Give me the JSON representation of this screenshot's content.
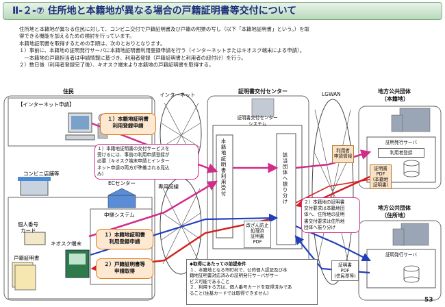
{
  "title": "Ⅱ-２-⑦ 住所地と本籍地が異なる場合の戸籍証明書等交付について",
  "intro": [
    "住所地と本籍地が異なる住民に対して、コンビニ交付で戸籍証明書及び戸籍の附票の写し（以下「本籍地証明書」という。）を取",
    "得できる機能を加えるための検討を行っています。",
    "本籍地証明書を取得するための手順は、次のとおりとなります。",
    "１）事前に、本籍地の証明発行サーバに本籍地証明書利用登録申請を行う（インターネットまたはキオスク端末による申請）。",
    "　一本籍地の戸籍担当者は申請情報に基づき、利用者登録（戸籍証明書と利用者の紐付け）を行う。",
    "２）数日後（利用者登録完了後）、キオスク端末より本籍地の戸籍証明書を取得する。"
  ],
  "labels": {
    "residents": "住民",
    "internet": "インターネット",
    "center": "証明書交付センター",
    "lgwan": "LGWAN",
    "local_gov_honseki_1": "地方公共団体",
    "local_gov_honseki_2": "（本籍地）",
    "local_gov_jusho_1": "地方公共団体",
    "local_gov_jusho_2": "（住所地）",
    "internet_application": "【インターネット申請】",
    "convenience_store": "コンビニ店舗等",
    "ec_center": "ECセンター",
    "relay_system": "中継システム",
    "dedicated_line": "専用回線",
    "kiosk": "キオスク端末",
    "mynumber_card_1": "個人番号",
    "mynumber_card_2": "カード",
    "koseki_cert": "戸籍証明書",
    "center_system_1": "証明書交付センター",
    "center_system_2": "システム",
    "registration_reception": "本籍地証明書利用受付",
    "routing": "該当団体へ振り分け",
    "tamper_proof_1": "改ざん防止",
    "tamper_proof_2": "処理済",
    "tamper_proof_3": "証明書",
    "tamper_proof_4": "PDF",
    "user_application_1": "利用者",
    "user_application_2": "申請情報",
    "cert_server_honseki": "証明発行サーバ",
    "user_registration": "利用者登録",
    "cert_pdf_1": "証明書",
    "cert_pdf_2": "PDF",
    "cert_pdf_3": "(本籍地",
    "cert_pdf_4": "証明書)",
    "cert_server_jusho": "証明発行サーバ",
    "jusho_pdf_1": "証明書",
    "jusho_pdf_2": "PDF",
    "jusho_pdf_3": "(住民票等)"
  },
  "callouts": {
    "step1_internet_1": "１）本籍地証明書",
    "step1_internet_2": "利用登録申請",
    "step1_kiosk_1": "１）本籍地証明書",
    "step1_kiosk_2": "利用登録申請",
    "step2_kiosk_1": "２）戸籍証明書等",
    "step2_kiosk_2": "申請取得",
    "note_step1": [
      "１）本籍地証明書の交付サービスを",
      "受けるには、事前の利用申請登録が",
      "必要（キオスク端末申請とインター",
      "ネット申請の両方が準備される見込",
      "み）"
    ],
    "note_step2": [
      "２）本籍地の証明書",
      "交付要求は本籍地団",
      "体へ、住所地の証明",
      "書交付要求は住所地",
      "団体へ振り分け"
    ]
  },
  "conditions": [
    "◆取得にあたっての前提条件",
    "１．本籍地となる市町村で、公的個人認証及び本",
    "籍地証明書対応済みの証明発行サーバがサー",
    "ビス可能であること",
    "２．利用する方は、個人番号カードを取得済みであ",
    "ること(住基カードでは取得できません)"
  ],
  "page_number": "53",
  "colors": {
    "title_text": "#1b2f7a",
    "pink_arrow": "#d02c8a",
    "red_arrow": "#d42020",
    "blue_arrow": "#1f3fbf",
    "orange_border": "#e07a1a"
  }
}
